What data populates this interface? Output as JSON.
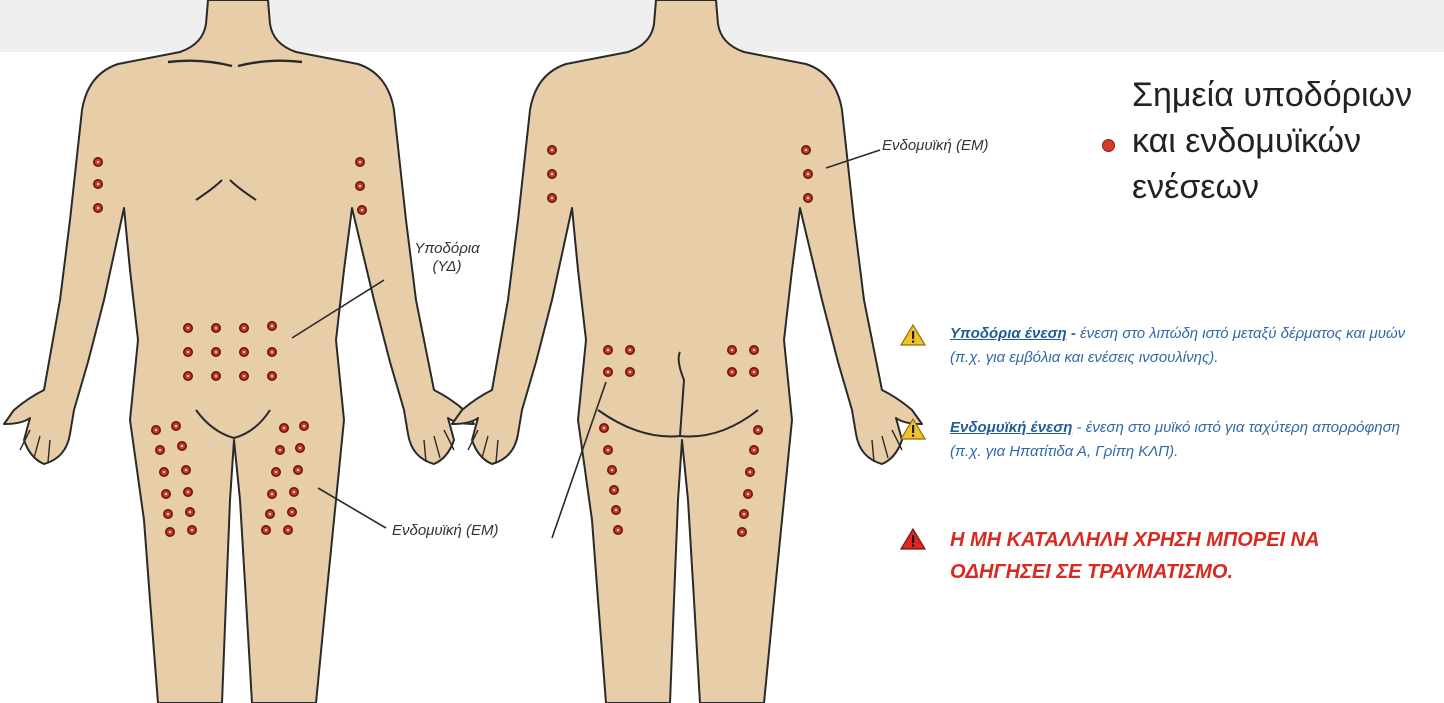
{
  "title": {
    "line1": "Σημεία υποδόριων",
    "line2": "και ενδομυϊκών",
    "line3": "ενέσεων"
  },
  "labels": {
    "subcutaneous": {
      "line1": "Υποδόρια",
      "line2": "(ΥΔ)"
    },
    "intramuscular_front": "Ενδομυϊκή (ΕΜ)",
    "intramuscular_back_arm": "Ενδομυϊκή (ΕΜ)"
  },
  "notes": [
    {
      "term": "Υποδόρια ένεση",
      "separator": " - ",
      "text": "ένεση στο λιπώδη ιστό μεταξύ δέρματος και μυών (π.χ. για εμβόλια και ενέσεις ινσουλίνης).",
      "icon": "warning-triangle-icon",
      "icon_color": "#f2c12e"
    },
    {
      "term": "Ενδομυϊκή ένεση",
      "separator": " - ",
      "text": "ένεση στο μυϊκό ιστό για ταχύτερη απορρόφηση (π.χ. για Ηπατίτιδα Α, Γρίπη ΚΛΠ).",
      "icon": "warning-triangle-icon",
      "icon_color": "#f2c12e"
    }
  ],
  "alert": {
    "line1": "Η ΜΗ ΚΑΤΑΛΛΗΛΗ ΧΡΗΣΗ ΜΠΟΡΕΙ ΝΑ",
    "line2": "ΟΔΗΓΗΣΕΙ ΣΕ ΤΡΑΥΜΑΤΙΣΜΟ.",
    "icon": "danger-triangle-icon",
    "icon_color": "#d82a20",
    "text_color": "#d82a20"
  },
  "colors": {
    "skin": "#e8cda9",
    "outline": "#2a2a2a",
    "injection_dot": "#c0392b",
    "background_band": "#efefef"
  }
}
